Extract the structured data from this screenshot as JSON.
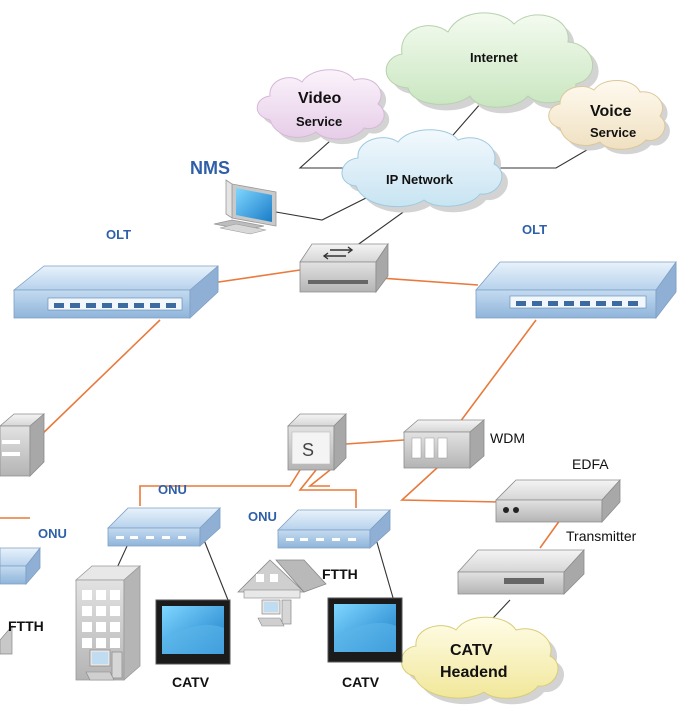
{
  "clouds": {
    "internet": "Internet",
    "video": [
      "Video",
      "Service"
    ],
    "voice": [
      "Voice",
      "Service"
    ],
    "ip_network": "IP Network",
    "catv_headend": [
      "CATV",
      "Headend"
    ]
  },
  "labels": {
    "nms": "NMS",
    "olt_left": "OLT",
    "olt_right": "OLT",
    "onu_1": "ONU",
    "onu_2": "ONU",
    "onu_3": "ONU",
    "wdm": "WDM",
    "edfa": "EDFA",
    "transmitter": "Transmitter",
    "ftth_1": "FTTH",
    "ftth_2": "FTTH",
    "catv_1": "CATV",
    "catv_2": "CATV",
    "splitter_letter": "S"
  },
  "colors": {
    "fiber": "#e87a3c",
    "copper": "#333333",
    "label_blue": "#2f5fa8",
    "device_blue": "#cfe0f2",
    "device_grey": "#d8d8d8"
  }
}
